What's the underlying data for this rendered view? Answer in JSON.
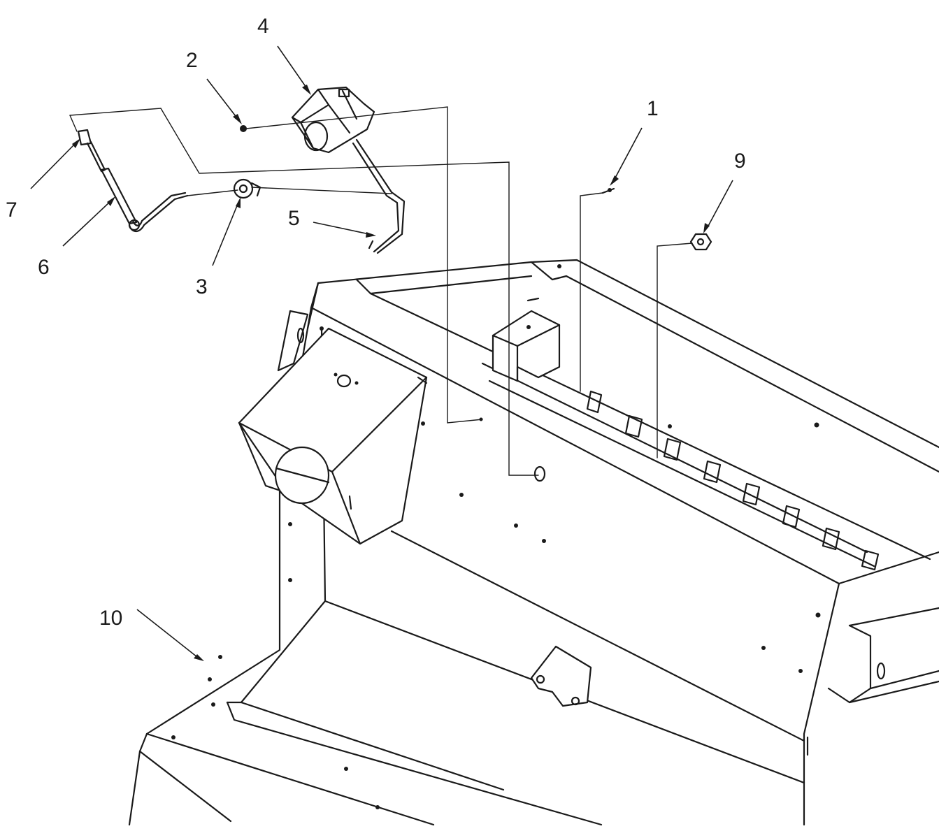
{
  "callouts": {
    "c1": "1",
    "c2": "2",
    "c3": "3",
    "c4": "4",
    "c5": "5",
    "c6": "6",
    "c7": "7",
    "c9": "9",
    "c10": "10"
  },
  "colors": {
    "line": "#1a1a1a",
    "background": "#ffffff"
  }
}
